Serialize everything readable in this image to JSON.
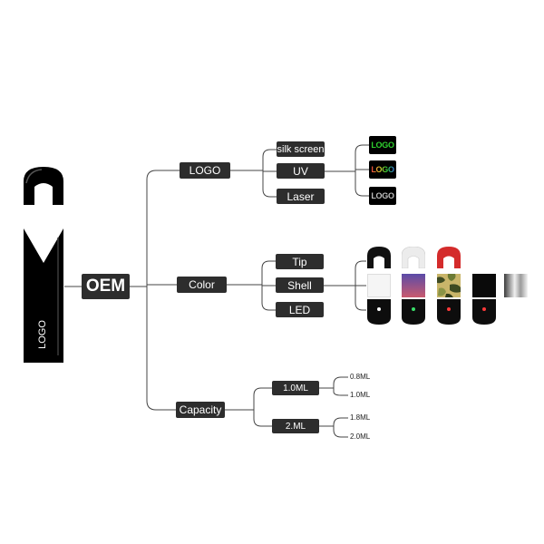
{
  "diagram": {
    "root_label": "OEM",
    "device_logo_text": "LOGO",
    "branches": {
      "logo": {
        "label": "LOGO",
        "options": [
          "silk screen",
          "UV",
          "Laser"
        ],
        "samples": [
          {
            "text": "LOGO",
            "color": "#2fd12f"
          },
          {
            "text": "LOGO",
            "colors": [
              "#e83a3a",
              "#f1c232",
              "#2fd12f",
              "#3a7de8"
            ]
          },
          {
            "text": "LOGO",
            "color": "#bfbfbf"
          }
        ]
      },
      "color": {
        "label": "Color",
        "options": [
          "Tip",
          "Shell",
          "LED"
        ],
        "tip_colors": [
          "#111111",
          "#ececec",
          "#d42b2b"
        ],
        "shell_swatches": [
          "white",
          "gradient-purple",
          "camouflage",
          "black",
          "silver"
        ],
        "led_colors": [
          "#ffffff",
          "#3adf6a",
          "#ff3a3a",
          "#ff3a3a"
        ]
      },
      "capacity": {
        "label": "Capacity",
        "options": [
          {
            "label": "1.0ML",
            "values": [
              "0.8ML",
              "1.0ML"
            ]
          },
          {
            "label": "2.ML",
            "values": [
              "1.8ML",
              "2.0ML"
            ]
          }
        ]
      }
    },
    "colors": {
      "label_fill": "#2d2d2d",
      "line": "#444444",
      "device": "#000000"
    }
  }
}
